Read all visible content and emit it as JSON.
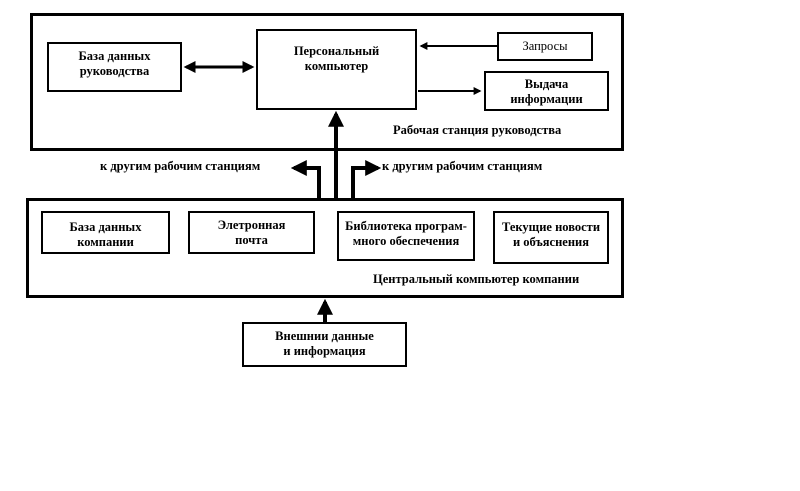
{
  "workstation": {
    "label": "Рабочая станция руководства",
    "db": "База данных\nруководства",
    "pc": "Персональный\nкомпьютер",
    "requests": "Запросы",
    "output": "Выдача\nинформации"
  },
  "links": {
    "left": "к другим рабочим станциям",
    "right": "к другим рабочим станциям"
  },
  "central": {
    "label": "Центральный компьютер компании",
    "db": "База данных\nкомпании",
    "email": "Элетронная\nпочта",
    "library": "Библиотека програм-\nмного обеспечения",
    "news": "Текущие новости\nи объяснения"
  },
  "external": "Внешнии данные\nи информация"
}
